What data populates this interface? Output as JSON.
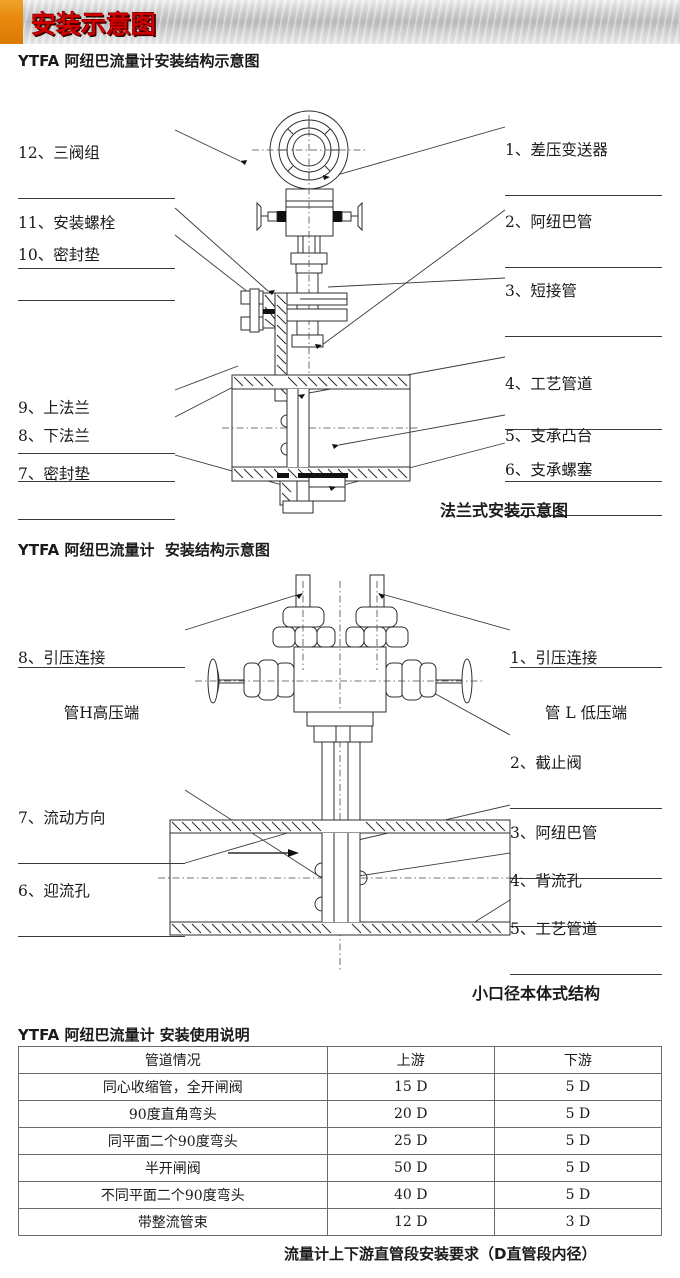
{
  "banner": {
    "title": "安装示意图",
    "accent_color": "#e8880c",
    "title_color": "#d10000"
  },
  "section1": {
    "heading": "YTFA 阿纽巴流量计安装结构示意图",
    "caption": "法兰式安装示意图",
    "labels_left": [
      {
        "id": "12",
        "text": "12、三阀组"
      },
      {
        "id": "11",
        "text": "11、安装螺栓"
      },
      {
        "id": "10",
        "text": "10、密封垫"
      },
      {
        "id": "9",
        "text": "9、上法兰"
      },
      {
        "id": "8",
        "text": "8、下法兰"
      },
      {
        "id": "7",
        "text": "7、密封垫"
      }
    ],
    "labels_right": [
      {
        "id": "1",
        "text": "1、差压变送器"
      },
      {
        "id": "2",
        "text": "2、阿纽巴管"
      },
      {
        "id": "3",
        "text": "3、短接管"
      },
      {
        "id": "4",
        "text": "4、工艺管道"
      },
      {
        "id": "5",
        "text": "5、支承凸台"
      },
      {
        "id": "6",
        "text": "6、支承螺塞"
      }
    ]
  },
  "section2": {
    "heading": "YTFA 阿纽巴流量计  安装结构示意图",
    "caption": "小口径本体式结构",
    "labels_left": [
      {
        "id": "8",
        "line1": "8、引压连接",
        "line2": "管H高压端"
      },
      {
        "id": "7",
        "text": "7、流动方向"
      },
      {
        "id": "6",
        "text": "6、迎流孔"
      }
    ],
    "labels_right": [
      {
        "id": "1",
        "line1": "1、引压连接",
        "line2": "管 L 低压端"
      },
      {
        "id": "2",
        "text": "2、截止阀"
      },
      {
        "id": "3",
        "text": "3、阿纽巴管"
      },
      {
        "id": "4",
        "text": "4、背流孔"
      },
      {
        "id": "5",
        "text": "5、工艺管道"
      }
    ]
  },
  "section3": {
    "heading": "YTFA 阿纽巴流量计 安装使用说明",
    "caption": "流量计上下游直管段安装要求（D直管段内径）",
    "table": {
      "columns": [
        "管道情况",
        "上游",
        "下游"
      ],
      "rows": [
        [
          "同心收缩管，全开闸阀",
          "15 D",
          "5 D"
        ],
        [
          "90度直角弯头",
          "20 D",
          "5 D"
        ],
        [
          "同平面二个90度弯头",
          "25 D",
          "5 D"
        ],
        [
          "半开闸阀",
          "50 D",
          "5 D"
        ],
        [
          "不同平面二个90度弯头",
          "40 D",
          "5 D"
        ],
        [
          "带整流管束",
          "12 D",
          "3 D"
        ]
      ]
    }
  }
}
